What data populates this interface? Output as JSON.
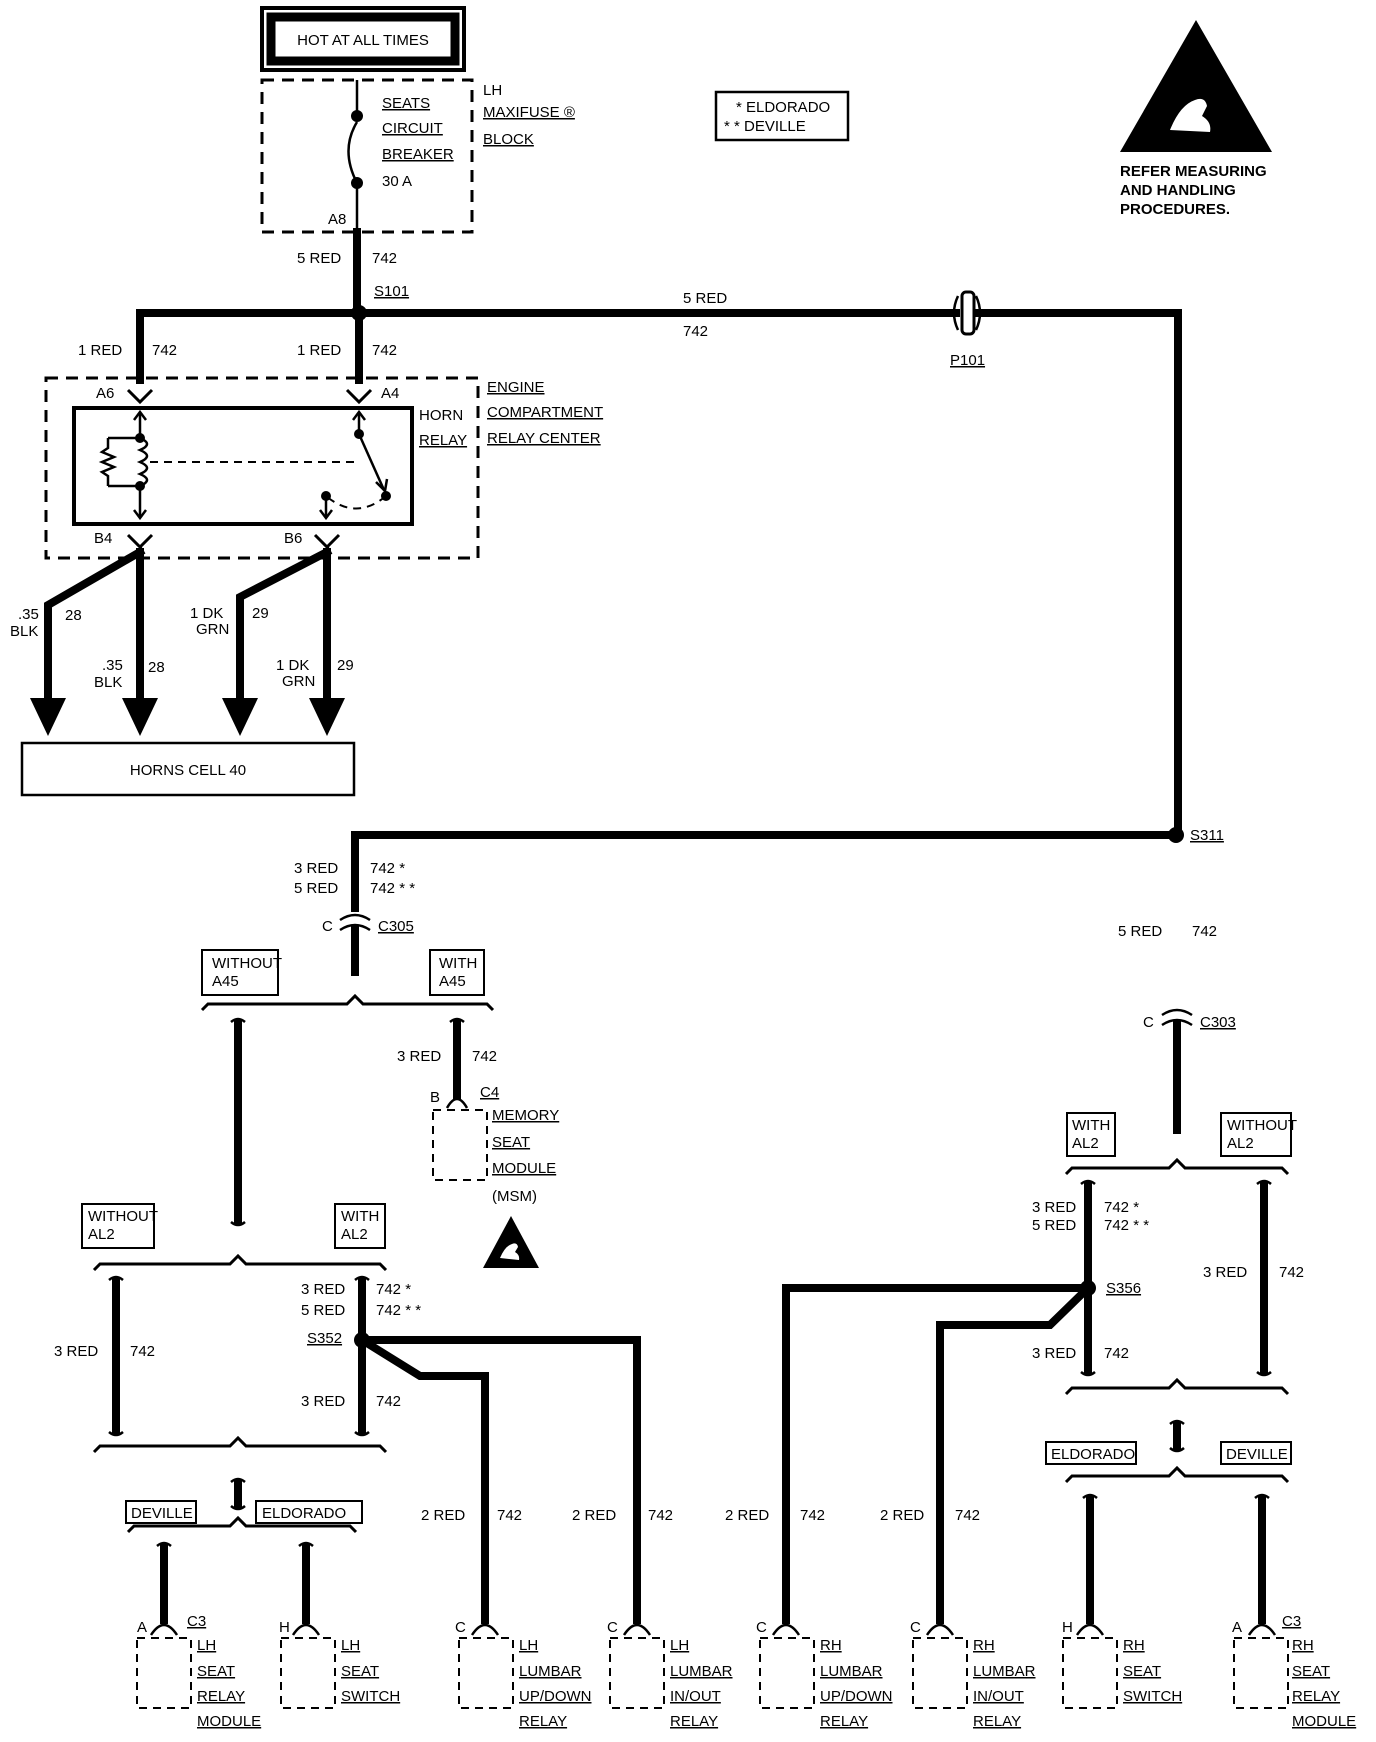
{
  "header": {
    "hot_at_all_times": "HOT AT ALL TIMES",
    "maxifuse_block": [
      "LH",
      "MAXIFUSE ®",
      "BLOCK"
    ],
    "circuit_breaker": [
      "SEATS",
      "CIRCUIT",
      "BREAKER",
      "30 A"
    ],
    "fuse_pin": "A8"
  },
  "legend": {
    "single_star": "* ELDORADO",
    "double_star": "* * DEVILLE"
  },
  "esd_notice": [
    "REFER MEASURING",
    "AND HANDLING",
    "PROCEDURES."
  ],
  "wires": {
    "feed_size": "5 RED",
    "feed_circuit": "742",
    "splice_s101": "S101",
    "p101_size": "5 RED",
    "p101_circuit": "742",
    "p101": "P101",
    "relay_left_size": "1 RED",
    "relay_left_circuit": "742",
    "relay_right_size": "1 RED",
    "relay_right_circuit": "742",
    "s311": "S311",
    "c305_size_1": "3 RED",
    "c305_circuit_1": "742 *",
    "c305_size_2": "5 RED",
    "c305_circuit_2": "742 * *",
    "c305_pin": "C",
    "c305": "C305",
    "s311_down_size": "5 RED",
    "s311_down_circuit": "742",
    "c303_pin": "C",
    "c303": "C303",
    "msm_size": "3 RED",
    "msm_circuit": "742"
  },
  "relay": {
    "name": [
      "HORN",
      "RELAY"
    ],
    "center": [
      "ENGINE",
      "COMPARTMENT",
      "RELAY CENTER"
    ],
    "pins": {
      "a6": "A6",
      "a4": "A4",
      "b4": "B4",
      "b6": "B6"
    }
  },
  "horns": {
    "w1_size_1": ".35",
    "w1_size_2": "BLK",
    "w1_circuit": "28",
    "w2_size_1": ".35",
    "w2_size_2": "BLK",
    "w2_circuit": "28",
    "w3_size_1": "1 DK",
    "w3_size_2": "GRN",
    "w3_circuit": "29",
    "w4_size_1": "1 DK",
    "w4_size_2": "GRN",
    "w4_circuit": "29",
    "box": "HORNS CELL 40"
  },
  "options": {
    "without_a45": [
      "WITHOUT",
      "A45"
    ],
    "with_a45": [
      "WITH",
      "A45"
    ],
    "without_al2_left": [
      "WITHOUT",
      "AL2"
    ],
    "with_al2_left": [
      "WITH",
      "AL2"
    ],
    "with_al2_right": [
      "WITH",
      "AL2"
    ],
    "without_al2_right": [
      "WITHOUT",
      "AL2"
    ],
    "deville_left": "DEVILLE",
    "eldorado_left": "ELDORADO",
    "eldorado_right": "ELDORADO",
    "deville_right": "DEVILLE"
  },
  "msm": {
    "pin": "B",
    "connector": "C4",
    "name": [
      "MEMORY",
      "SEAT",
      "MODULE"
    ],
    "abbr": "(MSM)"
  },
  "left_branch": {
    "s352_size_1": "3 RED",
    "s352_circuit_1": "742 *",
    "s352_size_2": "5 RED",
    "s352_circuit_2": "742 * *",
    "s352": "S352",
    "s352_down_size": "3 RED",
    "s352_down_circuit": "742",
    "without_al2_size": "3 RED",
    "without_al2_circuit": "742",
    "lumbar_updown_size": "2 RED",
    "lumbar_updown_circuit": "742",
    "lumbar_inout_size": "2 RED",
    "lumbar_inout_circuit": "742"
  },
  "right_branch": {
    "s356_size_1": "3 RED",
    "s356_circuit_1": "742 *",
    "s356_size_2": "5 RED",
    "s356_circuit_2": "742 * *",
    "s356": "S356",
    "s356_down_size": "3 RED",
    "s356_down_circuit": "742",
    "without_al2_size": "3 RED",
    "without_al2_circuit": "742",
    "lumbar_updown_size": "2 RED",
    "lumbar_updown_circuit": "742",
    "lumbar_inout_size": "2 RED",
    "lumbar_inout_circuit": "742"
  },
  "components": [
    {
      "pin": "A",
      "connector": "C3",
      "lines": [
        "LH",
        "SEAT",
        "RELAY",
        "MODULE"
      ]
    },
    {
      "pin": "H",
      "connector": "",
      "lines": [
        "LH",
        "SEAT",
        "SWITCH"
      ]
    },
    {
      "pin": "C",
      "connector": "",
      "lines": [
        "LH",
        "LUMBAR",
        "UP/DOWN",
        "RELAY"
      ]
    },
    {
      "pin": "C",
      "connector": "",
      "lines": [
        "LH",
        "LUMBAR",
        "IN/OUT",
        "RELAY"
      ]
    },
    {
      "pin": "C",
      "connector": "",
      "lines": [
        "RH",
        "LUMBAR",
        "UP/DOWN",
        "RELAY"
      ]
    },
    {
      "pin": "C",
      "connector": "",
      "lines": [
        "RH",
        "LUMBAR",
        "IN/OUT",
        "RELAY"
      ]
    },
    {
      "pin": "H",
      "connector": "",
      "lines": [
        "RH",
        "SEAT",
        "SWITCH"
      ]
    },
    {
      "pin": "A",
      "connector": "C3",
      "lines": [
        "RH",
        "SEAT",
        "RELAY",
        "MODULE"
      ]
    }
  ]
}
